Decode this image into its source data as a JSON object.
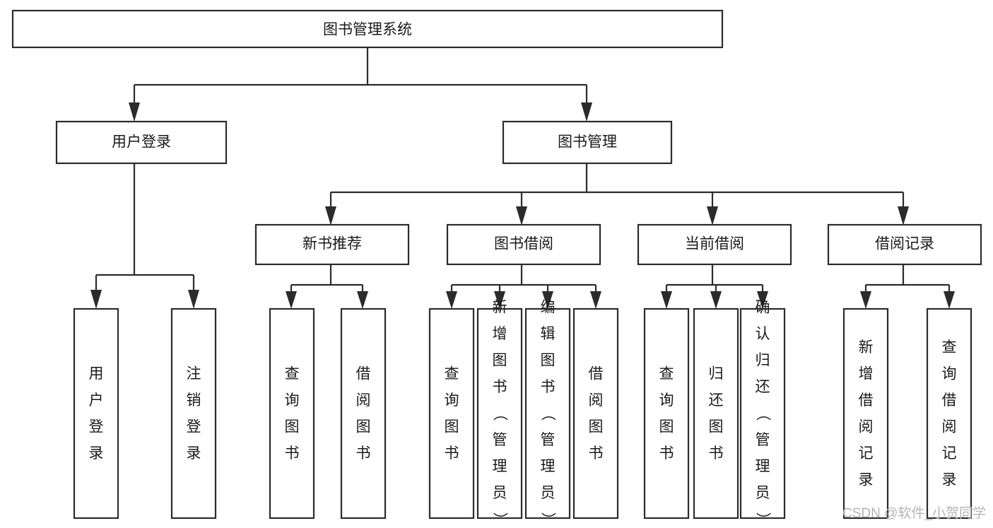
{
  "diagram": {
    "type": "tree",
    "title": "图书管理系统",
    "watermark": "CSDN @软件_小贺同学",
    "colors": {
      "box_stroke": "#2b2b2b",
      "box_fill": "#ffffff",
      "connector": "#2b2b2b",
      "text": "#1a1a1a",
      "watermark": "#b4b4b4",
      "background": "#ffffff"
    },
    "root": {
      "label": "图书管理系统"
    },
    "level1": [
      {
        "label": "用户登录"
      },
      {
        "label": "图书管理"
      }
    ],
    "level2": [
      {
        "label": "新书推荐"
      },
      {
        "label": "图书借阅"
      },
      {
        "label": "当前借阅"
      },
      {
        "label": "借阅记录"
      }
    ],
    "leaves": {
      "user_login": [
        {
          "label": "用户登录"
        },
        {
          "label": "注销登录"
        }
      ],
      "new_book_recommend": [
        {
          "label": "查询图书"
        },
        {
          "label": "借阅图书"
        }
      ],
      "book_borrow": [
        {
          "label": "查询图书"
        },
        {
          "label": "新增图书（管理员）"
        },
        {
          "label": "编辑图书（管理员）"
        },
        {
          "label": "借阅图书"
        }
      ],
      "current_borrow": [
        {
          "label": "查询图书"
        },
        {
          "label": "归还图书"
        },
        {
          "label": "确认归还（管理员）"
        }
      ],
      "borrow_record": [
        {
          "label": "新增借阅记录"
        },
        {
          "label": "查询借阅记录"
        }
      ]
    }
  }
}
